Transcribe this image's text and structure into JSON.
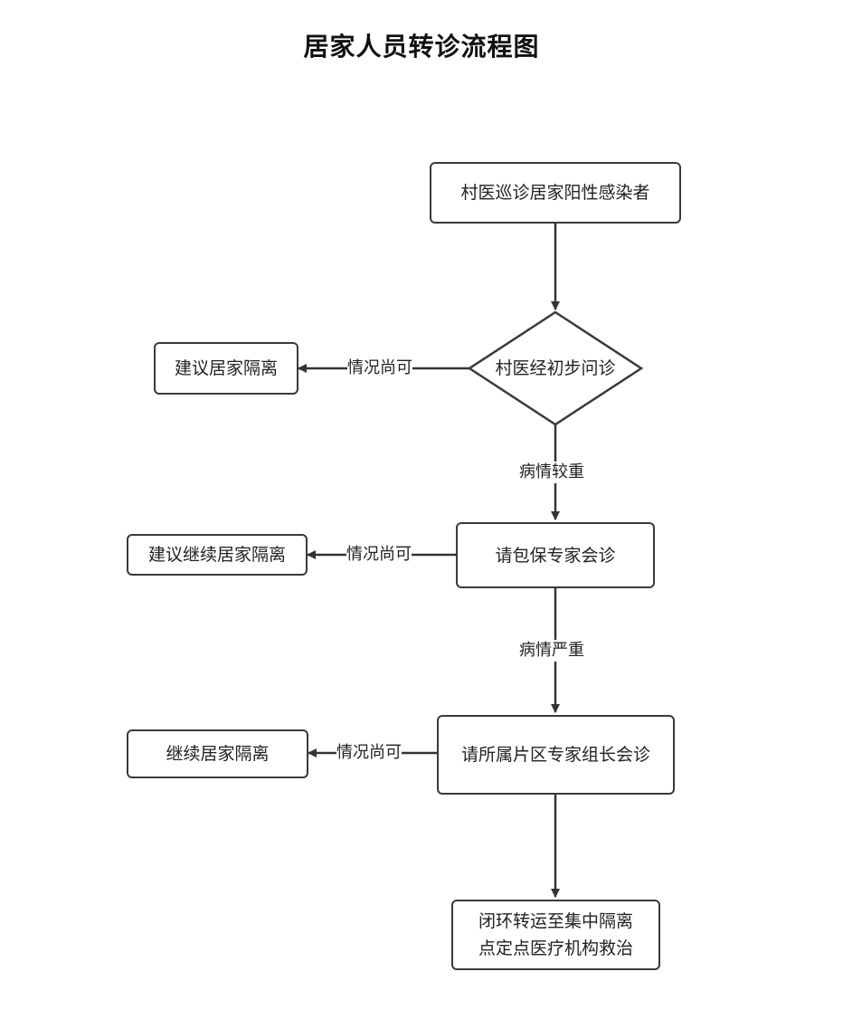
{
  "title": "居家人员转诊流程图",
  "nodes": {
    "start": "村医巡诊居家阳性感染者",
    "decision": "村医经初步问诊",
    "home_isolation": "建议居家隔离",
    "expert_consult": "请包保专家会诊",
    "continue_home_isolation_advice": "建议继续居家隔离",
    "district_consult": "请所属片区专家组长会诊",
    "continue_home_isolation": "继续居家隔离",
    "transfer_line1": "闭环转运至集中隔离",
    "transfer_line2": "点定点医疗机构救治"
  },
  "edge_labels": {
    "acceptable_1": "情况尚可",
    "serious": "病情较重",
    "acceptable_2": "情况尚可",
    "severe": "病情严重",
    "acceptable_3": "情况尚可"
  }
}
